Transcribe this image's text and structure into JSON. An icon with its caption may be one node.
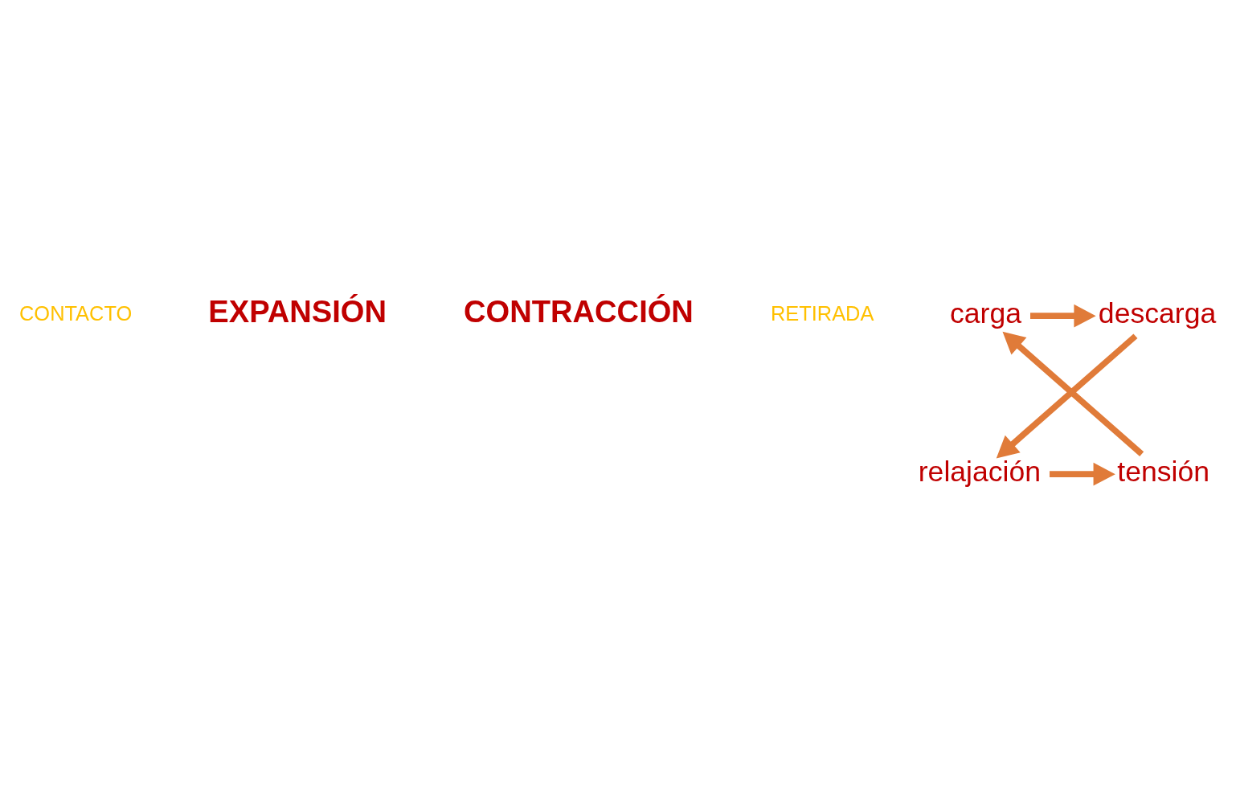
{
  "diagram": {
    "nodes": [
      {
        "text": [
          "carga"
        ]
      },
      {
        "text": [
          "descarga"
        ]
      },
      {
        "text": [
          "relajación"
        ]
      },
      {
        "text": [
          "tensión"
        ]
      }
    ],
    "edges": [
      {
        "from": 0,
        "to": 1,
        "arrow": "to"
      },
      {
        "from": 1,
        "to": 2,
        "arrow": "to"
      },
      {
        "from": 2,
        "to": 3,
        "arrow": "to"
      },
      {
        "from": 3,
        "to": 0,
        "arrow": "to"
      }
    ],
    "labels": [
      "CONTACTO",
      "EXPANSIÓN",
      "CONTRACCIÓN",
      "RETIRADA"
    ]
  }
}
